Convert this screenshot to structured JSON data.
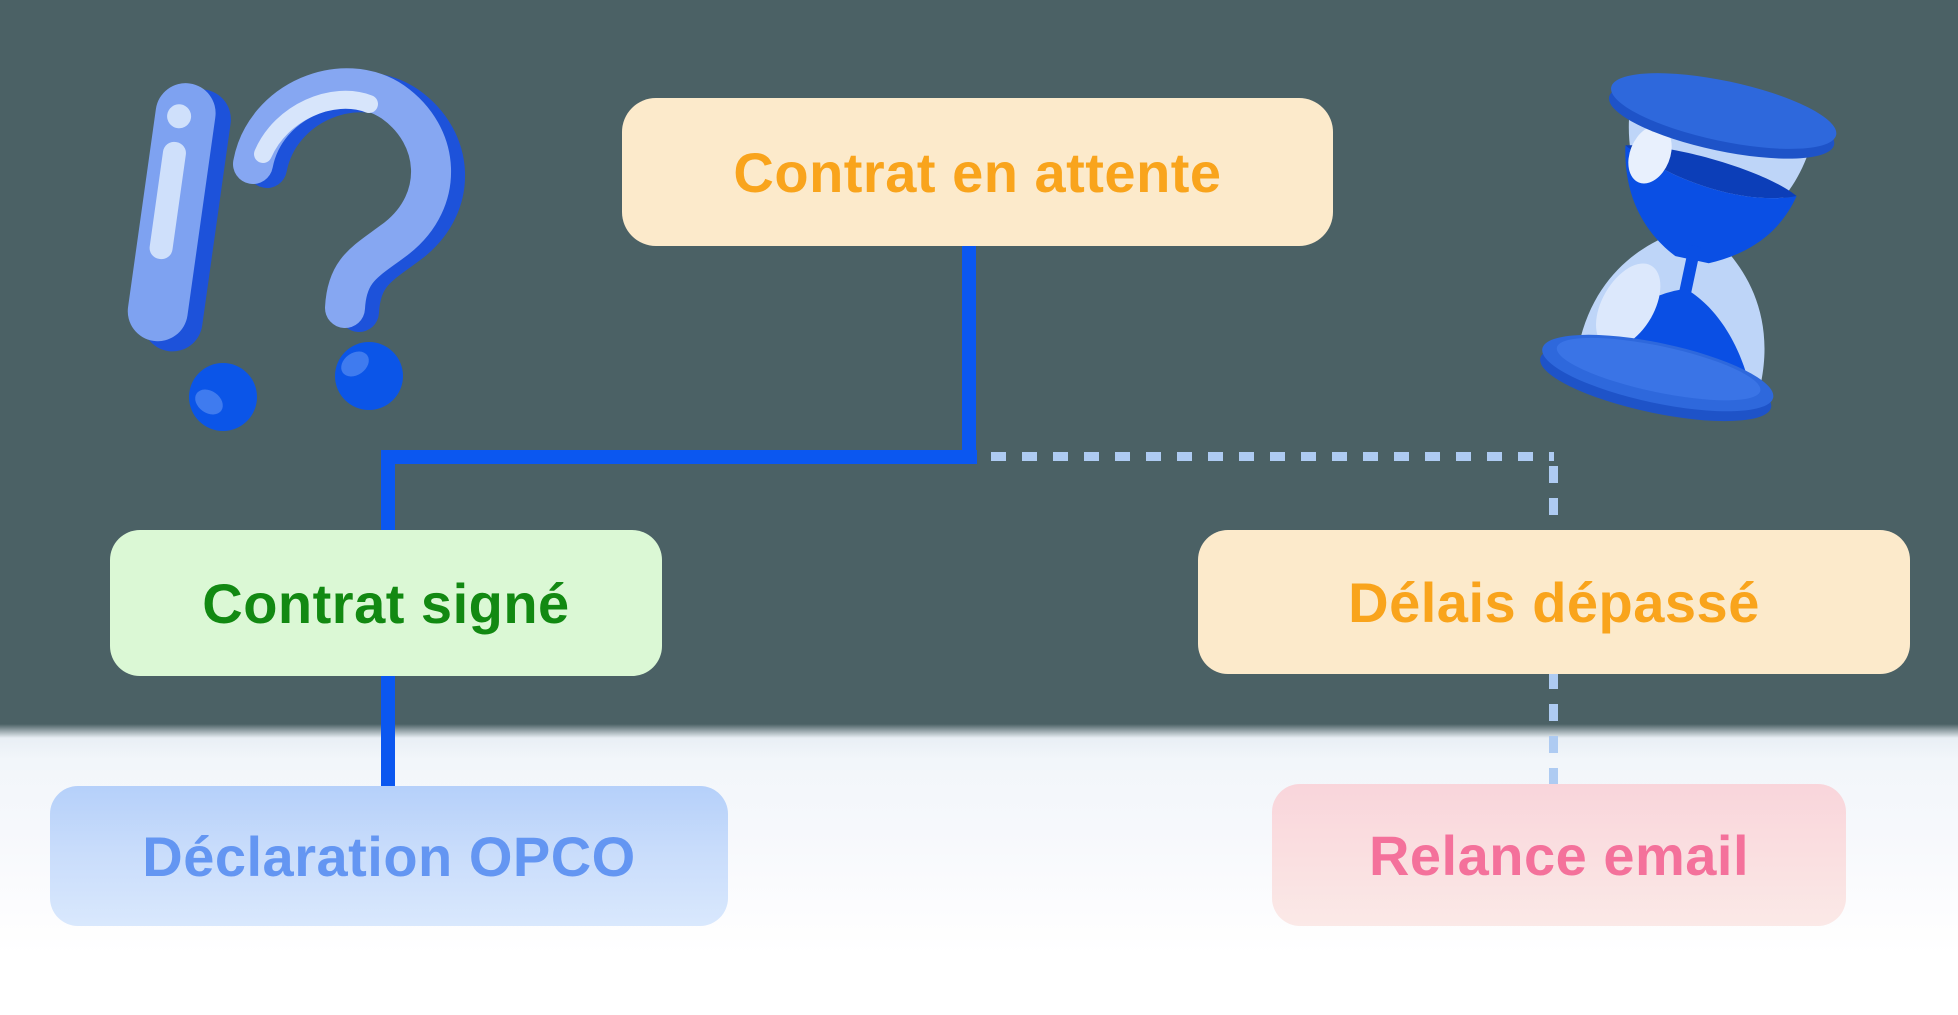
{
  "diagram": {
    "title_hint": "Workflow de suivi de contrat",
    "nodes": {
      "waiting": {
        "label": "Contrat en attente",
        "text_color": "#F9A41C",
        "bg_color": "#FCEACB"
      },
      "signed": {
        "label": "Contrat signé",
        "text_color": "#128912",
        "bg_color": "#DBF8D5"
      },
      "overdue": {
        "label": "Délais dépassé",
        "text_color": "#F9A41C",
        "bg_color": "#FCEACB"
      },
      "opco": {
        "label": "Déclaration OPCO",
        "text_color": "#6496F2",
        "bg_color": "#B5D0FA"
      },
      "relance": {
        "label": "Relance email",
        "text_color": "#F4719B",
        "bg_color": "#F9D5DB"
      }
    },
    "edges": [
      {
        "from": "waiting",
        "to": "signed",
        "style": "solid",
        "color": "#0B57F0"
      },
      {
        "from": "waiting",
        "to": "overdue",
        "style": "dashed",
        "color": "#AECBF2"
      },
      {
        "from": "signed",
        "to": "opco",
        "style": "solid",
        "color": "#0B57F0"
      },
      {
        "from": "overdue",
        "to": "relance",
        "style": "dashed",
        "color": "#AECBF2"
      }
    ],
    "icons": [
      {
        "name": "interrobang-icon",
        "description": "exclamation and question marks"
      },
      {
        "name": "hourglass-icon",
        "description": "tilted hourglass with blue sand"
      }
    ],
    "colors": {
      "background_top": "#4B6165",
      "background_bottom": "#FFFFFF",
      "solid_connector": "#0B57F0",
      "dashed_connector": "#AECBF2",
      "icon_light_blue": "#7EA2F1",
      "icon_dark_blue": "#1D52DA",
      "icon_vivid_blue": "#0B55E8",
      "icon_highlight": "#CFE0FB"
    }
  }
}
